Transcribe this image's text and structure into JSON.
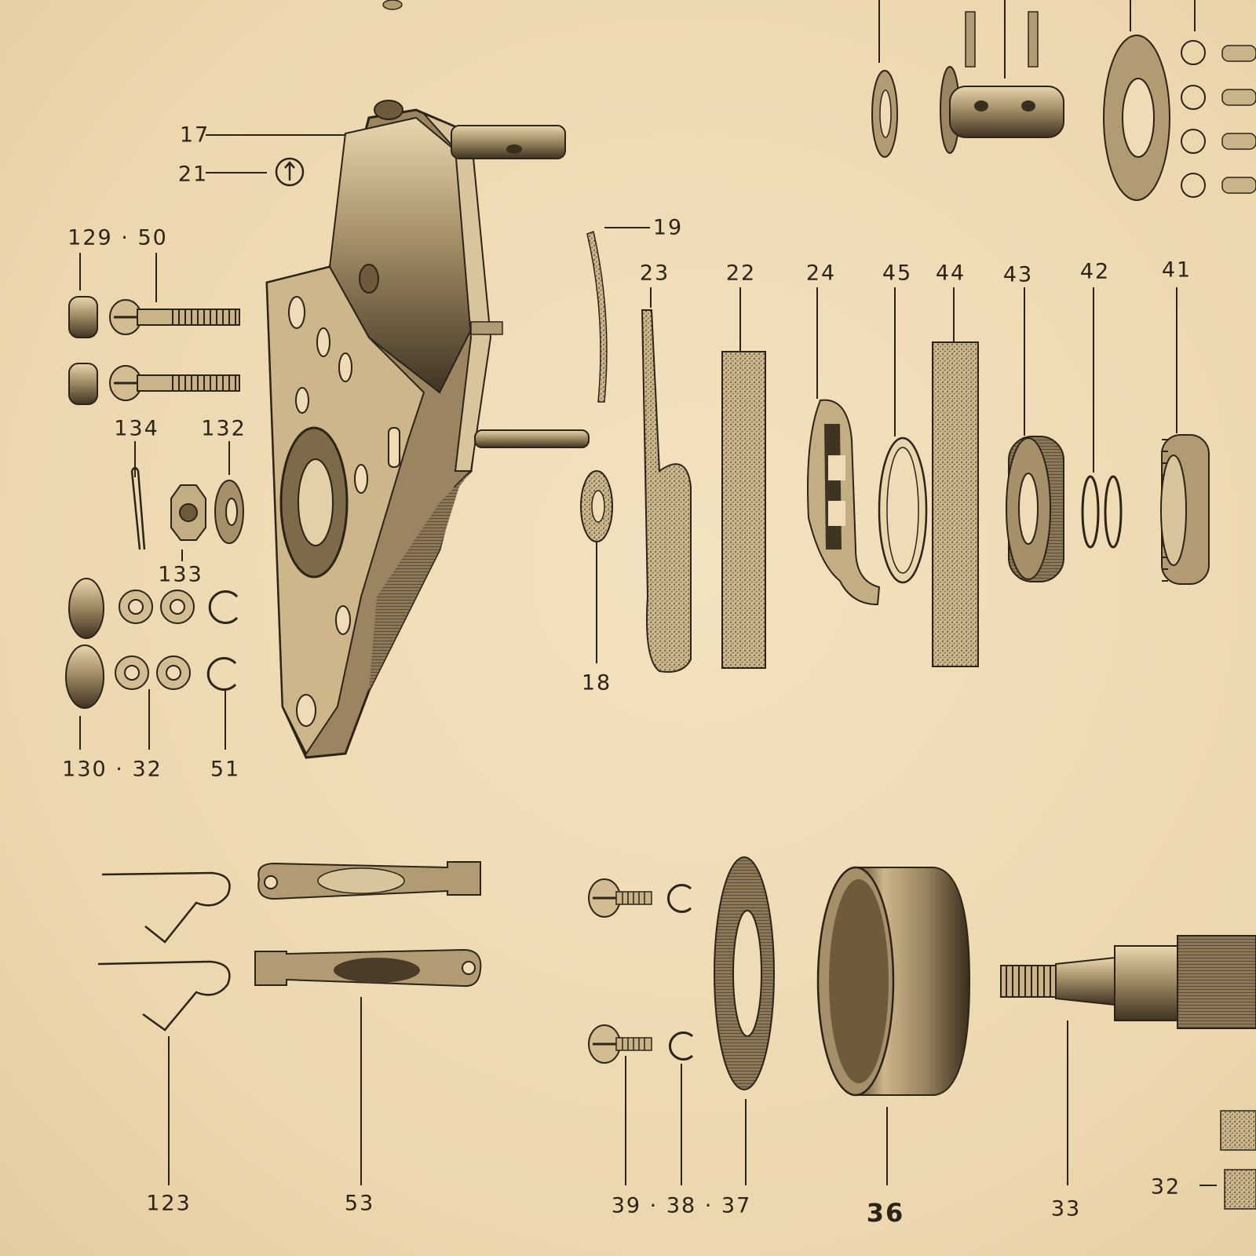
{
  "labels": {
    "l17": "17",
    "l21": "21",
    "l19": "19",
    "l129_50": "129 · 50",
    "l23": "23",
    "l22": "22",
    "l24": "24",
    "l45": "45",
    "l44": "44",
    "l43": "43",
    "l42": "42",
    "l41": "41",
    "l134": "134",
    "l132": "132",
    "l133": "133",
    "l18": "18",
    "l130_32_51": "130 · 32",
    "l51": "51",
    "l123": "123",
    "l53": "53",
    "l39_38_37": "39 · 38 · 37",
    "l36": "36",
    "l33": "33",
    "l32b": "32"
  },
  "colors": {
    "paper": "#efdcb6",
    "ink": "#2c2418",
    "metal": "#b9a47c",
    "shadow": "#4a3c28"
  }
}
